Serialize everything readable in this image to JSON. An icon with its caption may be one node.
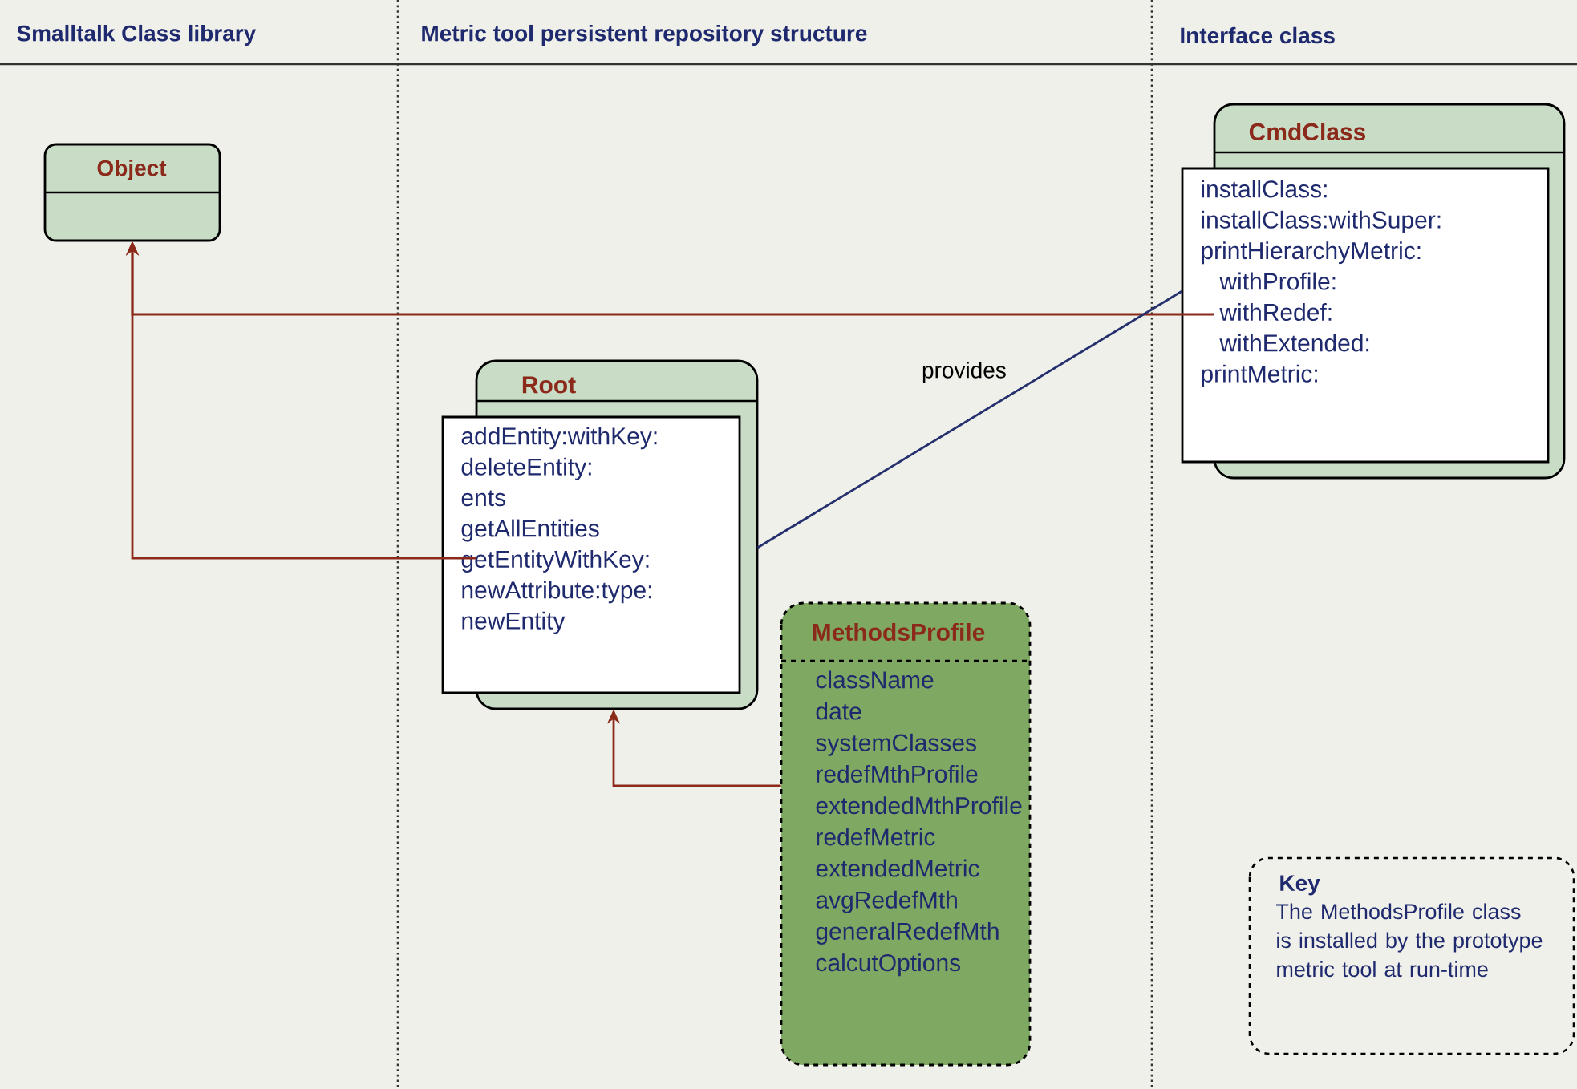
{
  "diagram": {
    "nodes": [
      {
        "text": [
          "Object"
        ]
      },
      {
        "text": [
          "Root",
          "addEntity:withKey:",
          "deleteEntity:",
          "ents",
          "getAllEntities",
          "getEntityWithKey:",
          "newAttribute:type:",
          "newEntity"
        ]
      },
      {
        "text": [
          "CmdClass",
          "installClass:",
          "installClass:withSuper:",
          "printHierarchyMetric:",
          "withProfile:",
          "withRedef:",
          "withExtended:",
          "printMetric:"
        ]
      },
      {
        "text": [
          "MethodsProfile",
          "className",
          "date",
          "systemClasses",
          "redefMthProfile",
          "extendedMthProfile",
          "redefMetric",
          "extendedMetric",
          "avgRedefMth",
          "generalRedefMth",
          "calcutOptions"
        ]
      },
      {
        "text": [
          "Key",
          "The MethodsProfile class is installed by the prototype metric tool at run-time"
        ]
      }
    ],
    "edges": [
      {
        "from": 1,
        "to": 0,
        "arrow": "to"
      },
      {
        "from": 2,
        "to": 0,
        "arrow": "to"
      },
      {
        "from": 3,
        "to": 1,
        "arrow": "to"
      },
      {
        "from": 1,
        "to": 2,
        "arrow": "none",
        "label": "provides",
        "color": "#25306e"
      }
    ],
    "labels": [
      "Smalltalk Class library",
      "Metric tool persistent repository structure",
      "Interface class"
    ]
  }
}
